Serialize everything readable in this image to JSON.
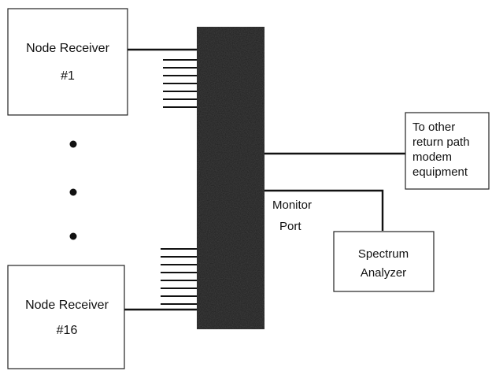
{
  "node_receiver_top": {
    "line1": "Node Receiver",
    "line2": "#1"
  },
  "node_receiver_bottom": {
    "line1": "Node Receiver",
    "line2": "#16"
  },
  "other_equipment": {
    "line1": "To other",
    "line2": "return path",
    "line3": "modem",
    "line4": "equipment"
  },
  "monitor_port": {
    "line1": "Monitor",
    "line2": "Port"
  },
  "spectrum_analyzer": {
    "line1": "Spectrum",
    "line2": "Analyzer"
  },
  "colors": {
    "combiner_fill": "#1a1a1a",
    "line": "#111111",
    "box_stroke": "#222222"
  }
}
